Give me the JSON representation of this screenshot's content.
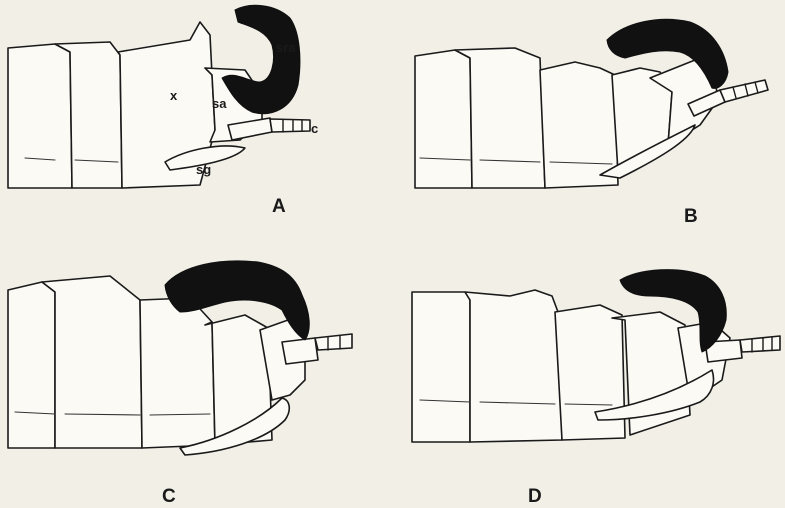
{
  "panels": [
    {
      "id": "A",
      "label": "A",
      "part_labels": {
        "x": "x",
        "sa": "sa",
        "sra": "sra",
        "c": "c",
        "sg": "sg"
      }
    },
    {
      "id": "B",
      "label": "B"
    },
    {
      "id": "C",
      "label": "C"
    },
    {
      "id": "D",
      "label": "D"
    }
  ],
  "colors": {
    "background": "#f2efe6",
    "ink": "#1a1a1a",
    "appendage": "#111111"
  }
}
